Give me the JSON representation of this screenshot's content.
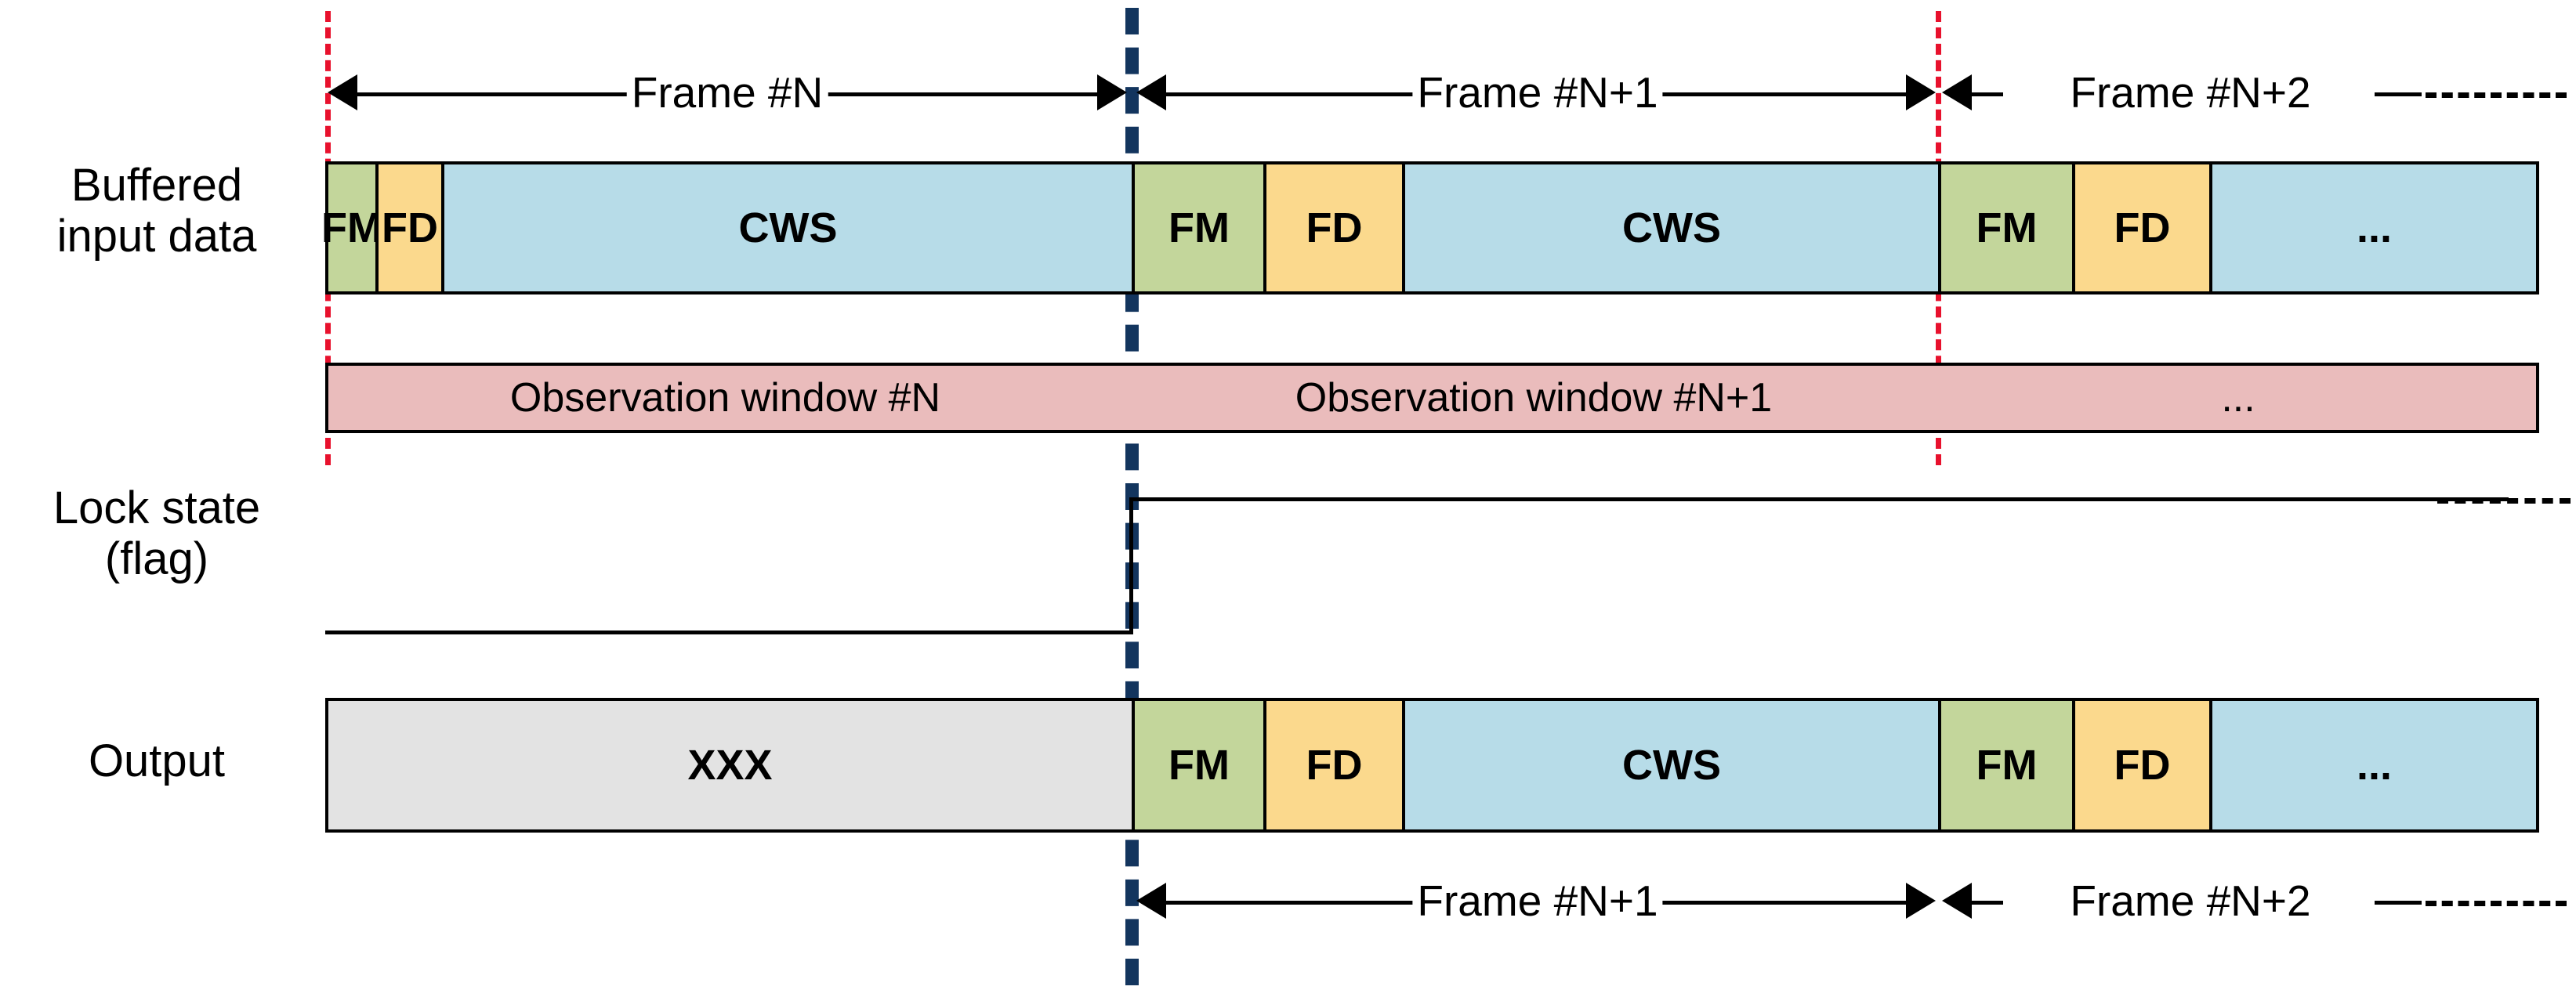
{
  "figure": {
    "title": "Frame synchronization timing diagram",
    "colors": {
      "fm": "#c3d69b",
      "fd": "#fbd98d",
      "cws": "#b7dce8",
      "xxx": "#e3e3e3",
      "observation": "#eabcbc",
      "red_marker": "#e8112d",
      "blue_marker": "#13355e",
      "stroke": "#000000"
    }
  },
  "row_labels": {
    "buffered_line1": "Buffered",
    "buffered_line2": "input data",
    "lock_line1": "Lock state",
    "lock_line2": "(flag)",
    "output": "Output"
  },
  "top_arrows": [
    {
      "label": "Frame #N"
    },
    {
      "label": "Frame #N+1"
    },
    {
      "label": "Frame #N+2"
    }
  ],
  "bottom_arrows": [
    {
      "label": "Frame #N+1"
    },
    {
      "label": "Frame #N+2"
    }
  ],
  "buffered_blocks": [
    {
      "label": "FM",
      "type": "fm"
    },
    {
      "label": "FD",
      "type": "fd"
    },
    {
      "label": "CWS",
      "type": "cws"
    },
    {
      "label": "FM",
      "type": "fm"
    },
    {
      "label": "FD",
      "type": "fd"
    },
    {
      "label": "CWS",
      "type": "cws"
    },
    {
      "label": "FM",
      "type": "fm"
    },
    {
      "label": "FD",
      "type": "fd"
    },
    {
      "label": "...",
      "type": "cws"
    }
  ],
  "observation_windows": [
    {
      "label": "Observation window #N"
    },
    {
      "label": "Observation window #N+1"
    },
    {
      "label": "..."
    }
  ],
  "output_blocks": [
    {
      "label": "XXX",
      "type": "xxx"
    },
    {
      "label": "FM",
      "type": "fm"
    },
    {
      "label": "FD",
      "type": "fd"
    },
    {
      "label": "CWS",
      "type": "cws"
    },
    {
      "label": "FM",
      "type": "fm"
    },
    {
      "label": "FD",
      "type": "fd"
    },
    {
      "label": "...",
      "type": "cws"
    }
  ],
  "markers": {
    "red_left": "frame-N-start",
    "blue": "lock-acquired-boundary",
    "red_right": "frame-N+2-start"
  }
}
